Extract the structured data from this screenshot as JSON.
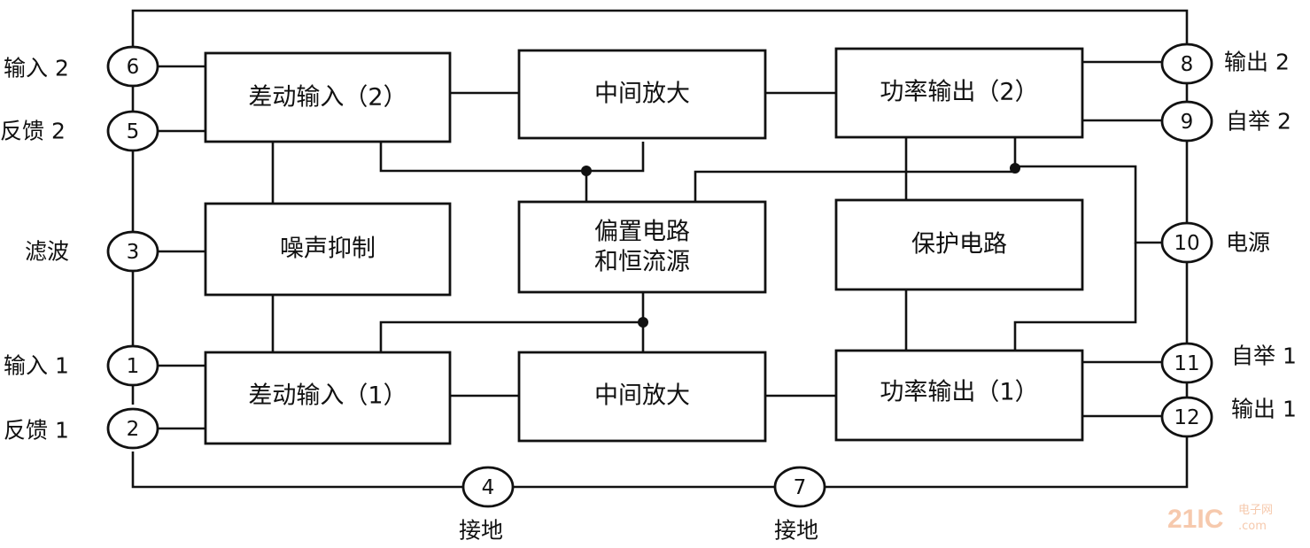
{
  "blocks": {
    "diff_in_2": "差动输入（2）",
    "mid_amp_top": "中间放大",
    "power_out_2": "功率输出（2）",
    "noise_suppress": "噪声抑制",
    "bias_line1": "偏置电路",
    "bias_line2": "和恒流源",
    "protect": "保护电路",
    "diff_in_1": "差动输入（1）",
    "mid_amp_bottom": "中间放大",
    "power_out_1": "功率输出（1）"
  },
  "pins": {
    "p1": "1",
    "p2": "2",
    "p3": "3",
    "p4": "4",
    "p5": "5",
    "p6": "6",
    "p7": "7",
    "p8": "8",
    "p9": "9",
    "p10": "10",
    "p11": "11",
    "p12": "12"
  },
  "pin_labels": {
    "input2": "输入 2",
    "feedback2": "反馈 2",
    "filter": "滤波",
    "input1": "输入 1",
    "feedback1": "反馈 1",
    "output2": "输出 2",
    "bootstrap2": "自举 2",
    "power": "电源",
    "bootstrap1": "自举 1",
    "output1": "输出 1",
    "ground4": "接地",
    "ground7": "接地"
  },
  "watermark": {
    "logo": "21IC",
    "site_cn": "电子网",
    "site": ".com"
  }
}
